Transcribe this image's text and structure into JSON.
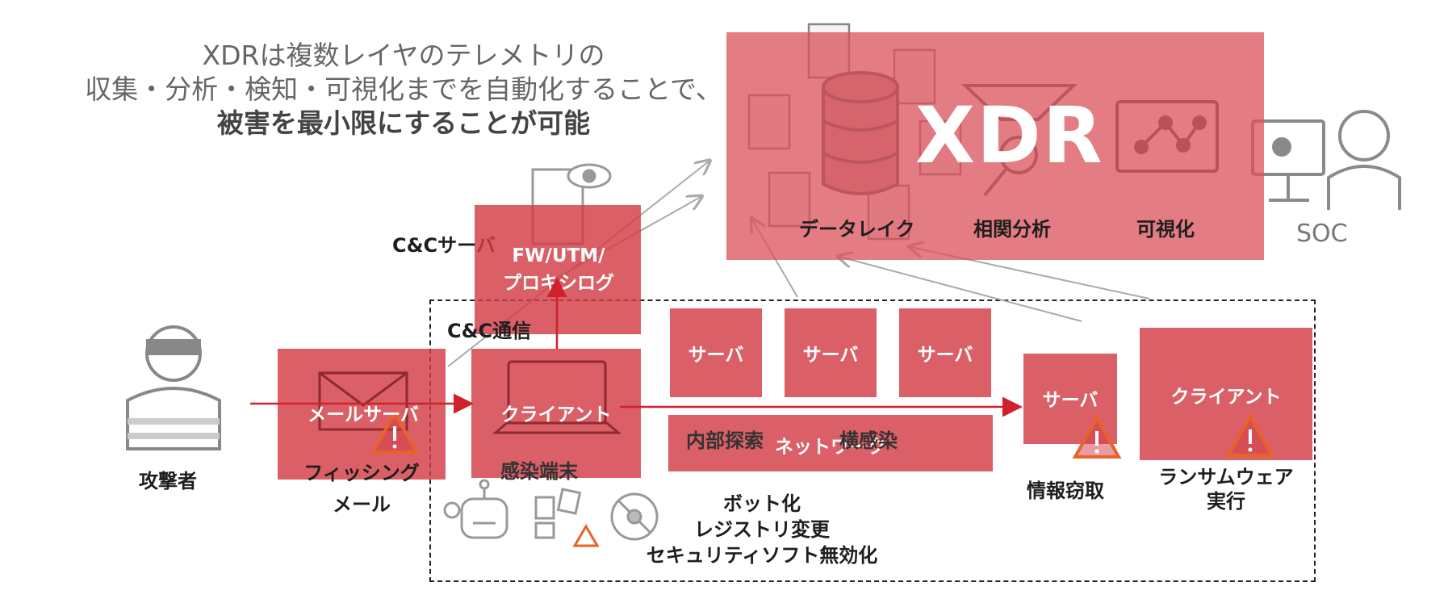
{
  "headline": {
    "line1": "XDRは複数レイヤのテレメトリの",
    "line2": "収集・分析・検知・可視化までを自動化することで、",
    "line3": "被害を最小限にすることが可能"
  },
  "xdr": {
    "title": "XDR",
    "data_lake": "データレイク",
    "correlation": "相関分析",
    "visualization": "可視化"
  },
  "soc": "SOC",
  "attacker": "攻撃者",
  "mail_server": "メールサーバ",
  "phishing": {
    "line1": "フィッシング",
    "line2": "メール"
  },
  "cc_server": "C&Cサーバ",
  "fw_log": {
    "line1": "FW/UTM/",
    "line2": "プロキシログ"
  },
  "cc_comm": "C&C通信",
  "client": "クライアント",
  "infected_terminal": "感染端末",
  "servers": [
    "サーバ",
    "サーバ",
    "サーバ"
  ],
  "network": "ネットワーク",
  "internal_probe": "内部探索",
  "lateral_infection": "横感染",
  "server_info": "サーバ",
  "info_theft": "情報窃取",
  "ransom_client": "クライアント",
  "ransomware": {
    "line1": "ランサムウェア",
    "line2": "実行"
  },
  "bot_actions": {
    "line1": "ボット化",
    "line2": "レジストリ変更",
    "line3": "セキュリティソフト無効化"
  },
  "colors": {
    "accent_red": "#d33c46",
    "arrow_red": "#d0202c",
    "warning_orange": "#e8622a",
    "gray_icon": "#8a8a8a"
  }
}
